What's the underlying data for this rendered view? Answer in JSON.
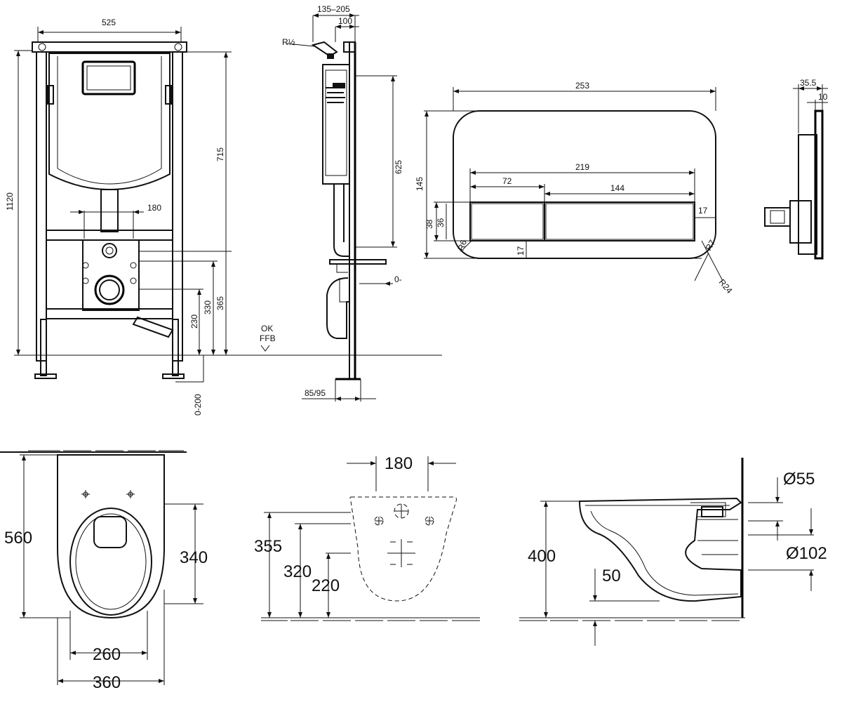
{
  "frame_front": {
    "width": "525",
    "height": "1120",
    "tank_top": "715",
    "drain_height": "365",
    "inlet_height": "330",
    "outlet_height": "230",
    "adjust": "0-200",
    "center_spacing": "180"
  },
  "frame_side": {
    "depth_range": "135–205",
    "depth_inner": "100",
    "thread": "R½",
    "button_height": "625",
    "offset": "0-",
    "foot": "85/95",
    "floor_note_1": "OK",
    "floor_note_2": "FFB"
  },
  "plate_front": {
    "width": "253",
    "height": "145",
    "button_width": "219",
    "small_button": "72",
    "large_button": "144",
    "button_height_outer": "38",
    "button_height_inner": "36",
    "margin_right": "17",
    "margin_bottom": "17",
    "radius_small": "R6",
    "radius_mid": "R7",
    "radius_large": "R24"
  },
  "plate_side": {
    "depth": "35.5",
    "thickness": "10"
  },
  "bowl_top": {
    "length": "560",
    "front_length": "340",
    "inner_width": "260",
    "outer_width": "360"
  },
  "bowl_back": {
    "spacing": "180",
    "height_1": "355",
    "height_2": "320",
    "height_3": "220"
  },
  "bowl_side": {
    "height": "400",
    "offset": "50",
    "inlet_dia": "Ø55",
    "outlet_dia": "Ø102"
  }
}
